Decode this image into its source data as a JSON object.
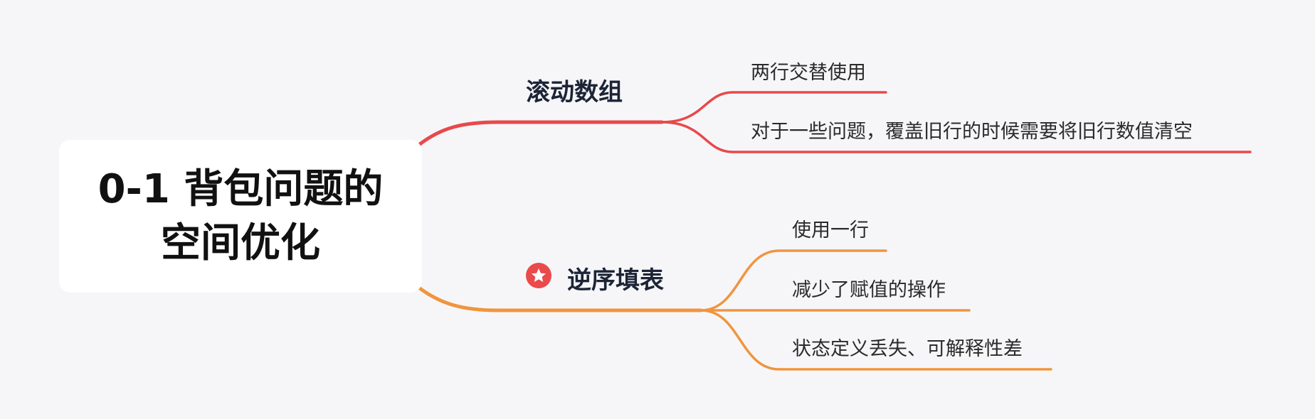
{
  "root": {
    "title": "0-1 背包问题的空间优化"
  },
  "branches": [
    {
      "label": "滚动数组",
      "color": "#e8494a",
      "icon": "",
      "children": [
        "两行交替使用",
        "对于一些问题，覆盖旧行的时候需要将旧行数值清空"
      ]
    },
    {
      "label": "逆序填表",
      "color": "#f0953f",
      "icon": "star-icon",
      "children": [
        "使用一行",
        "减少了赋值的操作",
        "状态定义丢失、可解释性差"
      ]
    }
  ]
}
